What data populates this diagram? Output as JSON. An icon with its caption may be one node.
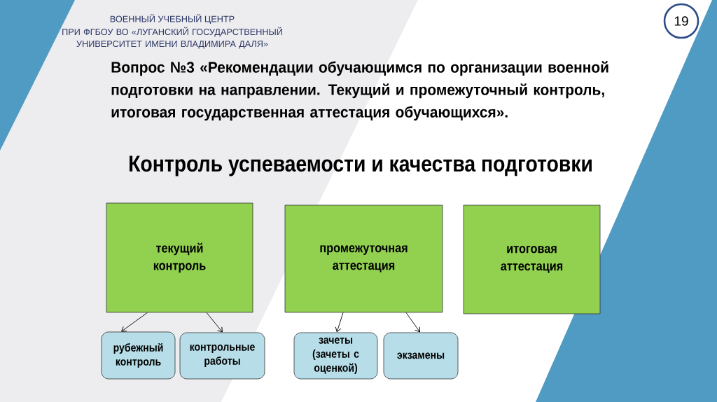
{
  "diagram": {
    "title": "Контроль успеваемости и качества подготовки",
    "nodes": [
      {
        "text": [
          "19"
        ]
      },
      {
        "text": [
          "текущий контроль"
        ]
      },
      {
        "text": [
          "промежуточная аттестация"
        ]
      },
      {
        "text": [
          "итоговая аттестация"
        ]
      },
      {
        "text": [
          "рубежный контроль"
        ]
      },
      {
        "text": [
          "контрольные работы"
        ]
      },
      {
        "text": [
          "зачеты (зачеты с оценкой)"
        ]
      },
      {
        "text": [
          "экзамены"
        ]
      }
    ],
    "edges": [
      {
        "from": 1,
        "to": 4,
        "arrow": "to"
      },
      {
        "from": 1,
        "to": 5,
        "arrow": "to"
      },
      {
        "from": 2,
        "to": 6,
        "arrow": "to"
      },
      {
        "from": 2,
        "to": 7,
        "arrow": "to"
      }
    ],
    "labels": [
      "ВОЕННЫЙ УЧЕБНЫЙ ЦЕНТР",
      "ПРИ ФГБОУ ВО «ЛУГАНСКИЙ ГОСУДАРСТВЕННЫЙ УНИВЕРСИТЕТ ИМЕНИ ВЛАДИМИРА ДАЛЯ»",
      "Вопрос №3 «Рекомендации обучающимся по организации военной подготовки на направлении. Текущий и промежуточный контроль, итоговая государственная аттестация обучающихся»."
    ]
  }
}
